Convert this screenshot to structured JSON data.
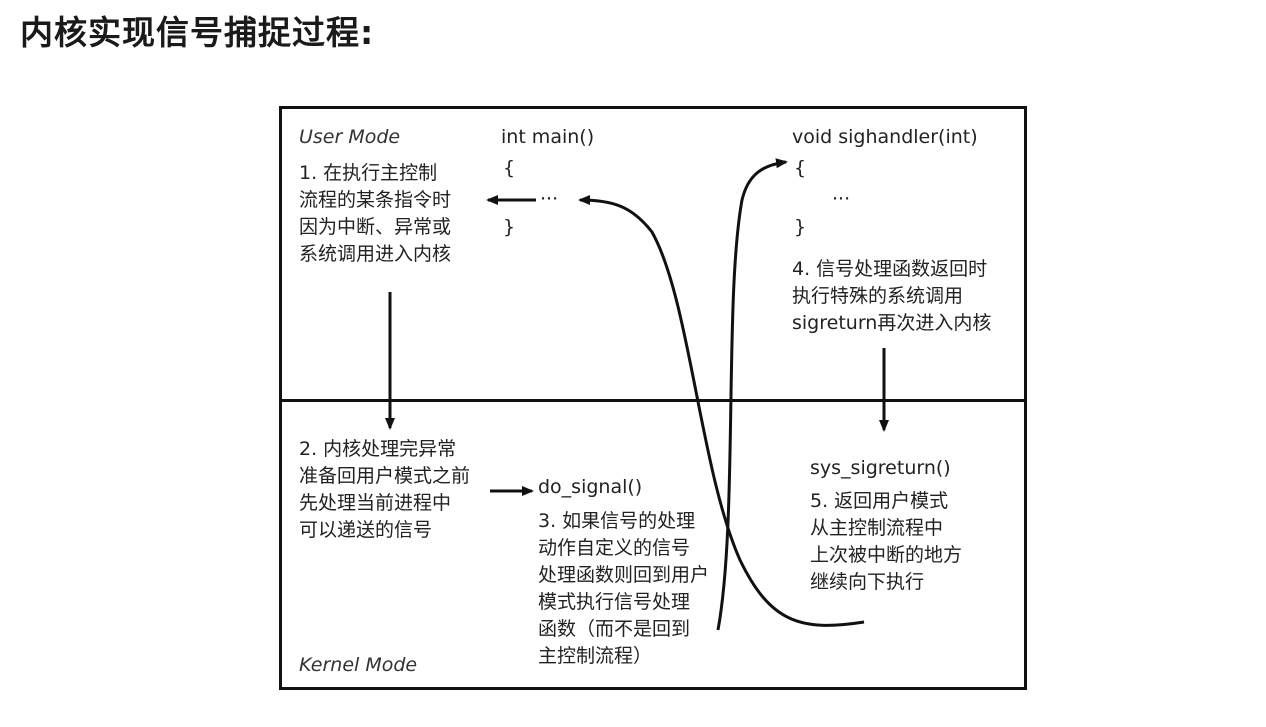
{
  "title": "内核实现信号捕捉过程:",
  "modes": {
    "user": "User Mode",
    "kernel": "Kernel Mode"
  },
  "user_main": {
    "signature": "int main()",
    "open_brace": "{",
    "ellipsis": "···",
    "close_brace": "}"
  },
  "user_handler": {
    "signature": "void sighandler(int)",
    "open_brace": "{",
    "ellipsis": "···",
    "close_brace": "}"
  },
  "steps": {
    "step1_lines": [
      "1. 在执行主控制",
      "流程的某条指令时",
      "因为中断、异常或",
      "系统调用进入内核"
    ],
    "step2_lines": [
      "2. 内核处理完异常",
      "准备回用户模式之前",
      "先处理当前进程中",
      "可以递送的信号"
    ],
    "step3_lines": [
      "3. 如果信号的处理",
      "动作自定义的信号",
      "处理函数则回到用户",
      "模式执行信号处理",
      "函数（而不是回到",
      "主控制流程）"
    ],
    "step4_lines": [
      "4. 信号处理函数返回时",
      "执行特殊的系统调用",
      "sigreturn再次进入内核"
    ],
    "step5_lines": [
      "5. 返回用户模式",
      "从主控制流程中",
      "上次被中断的地方",
      "继续向下执行"
    ]
  },
  "kernel_funcs": {
    "do_signal": "do_signal()",
    "sys_sigreturn": "sys_sigreturn()"
  }
}
